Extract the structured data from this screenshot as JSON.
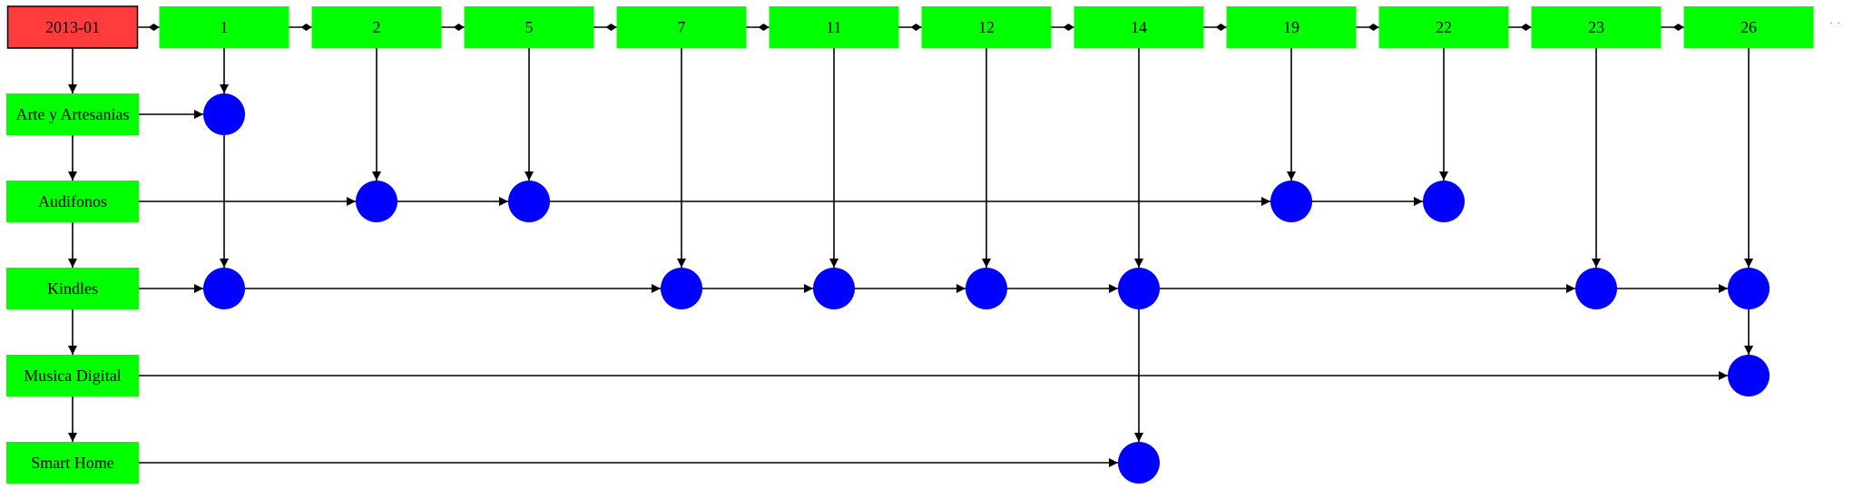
{
  "header": {
    "label": "2013-01",
    "color": "#ff3b3b",
    "border": "#000000"
  },
  "days": [
    "1",
    "2",
    "5",
    "7",
    "11",
    "12",
    "14",
    "19",
    "22",
    "23",
    "26"
  ],
  "categories": [
    "Arte y Artesanias",
    "Audifonos",
    "Kindles",
    "Musica Digital",
    "Smart Home"
  ],
  "nodes": [
    {
      "category": "Arte y Artesanias",
      "days": [
        "1"
      ]
    },
    {
      "category": "Audifonos",
      "days": [
        "2",
        "5",
        "19",
        "22"
      ]
    },
    {
      "category": "Kindles",
      "days": [
        "1",
        "7",
        "11",
        "12",
        "14",
        "23",
        "26"
      ]
    },
    {
      "category": "Musica Digital",
      "days": [
        "26"
      ]
    },
    {
      "category": "Smart Home",
      "days": [
        "14"
      ]
    }
  ],
  "colors": {
    "box": "#00ff00",
    "node": "#0000ff",
    "edge": "#000000"
  },
  "trailing_mark": "· ·"
}
